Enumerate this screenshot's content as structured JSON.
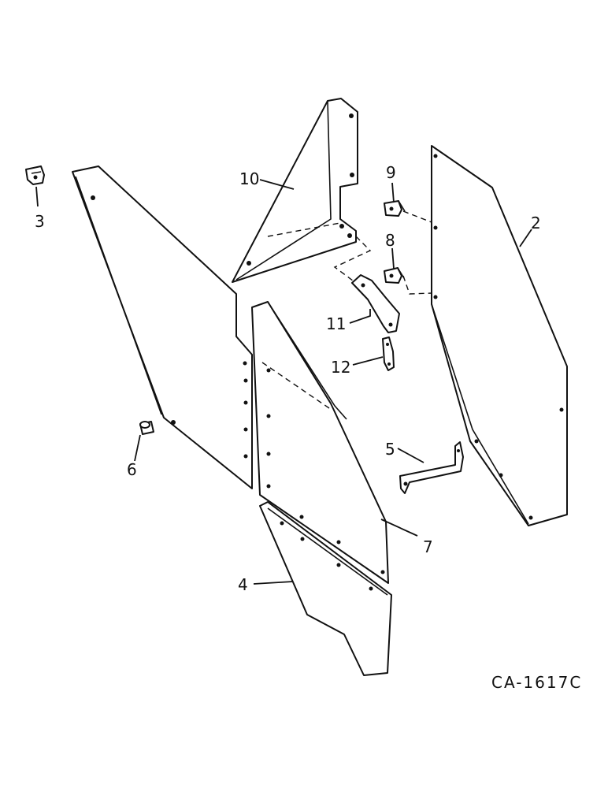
{
  "callouts": [
    "2",
    "3",
    "4",
    "5",
    "6",
    "7",
    "8",
    "9",
    "10",
    "11",
    "12"
  ],
  "drawing_number": "CA-1617C"
}
